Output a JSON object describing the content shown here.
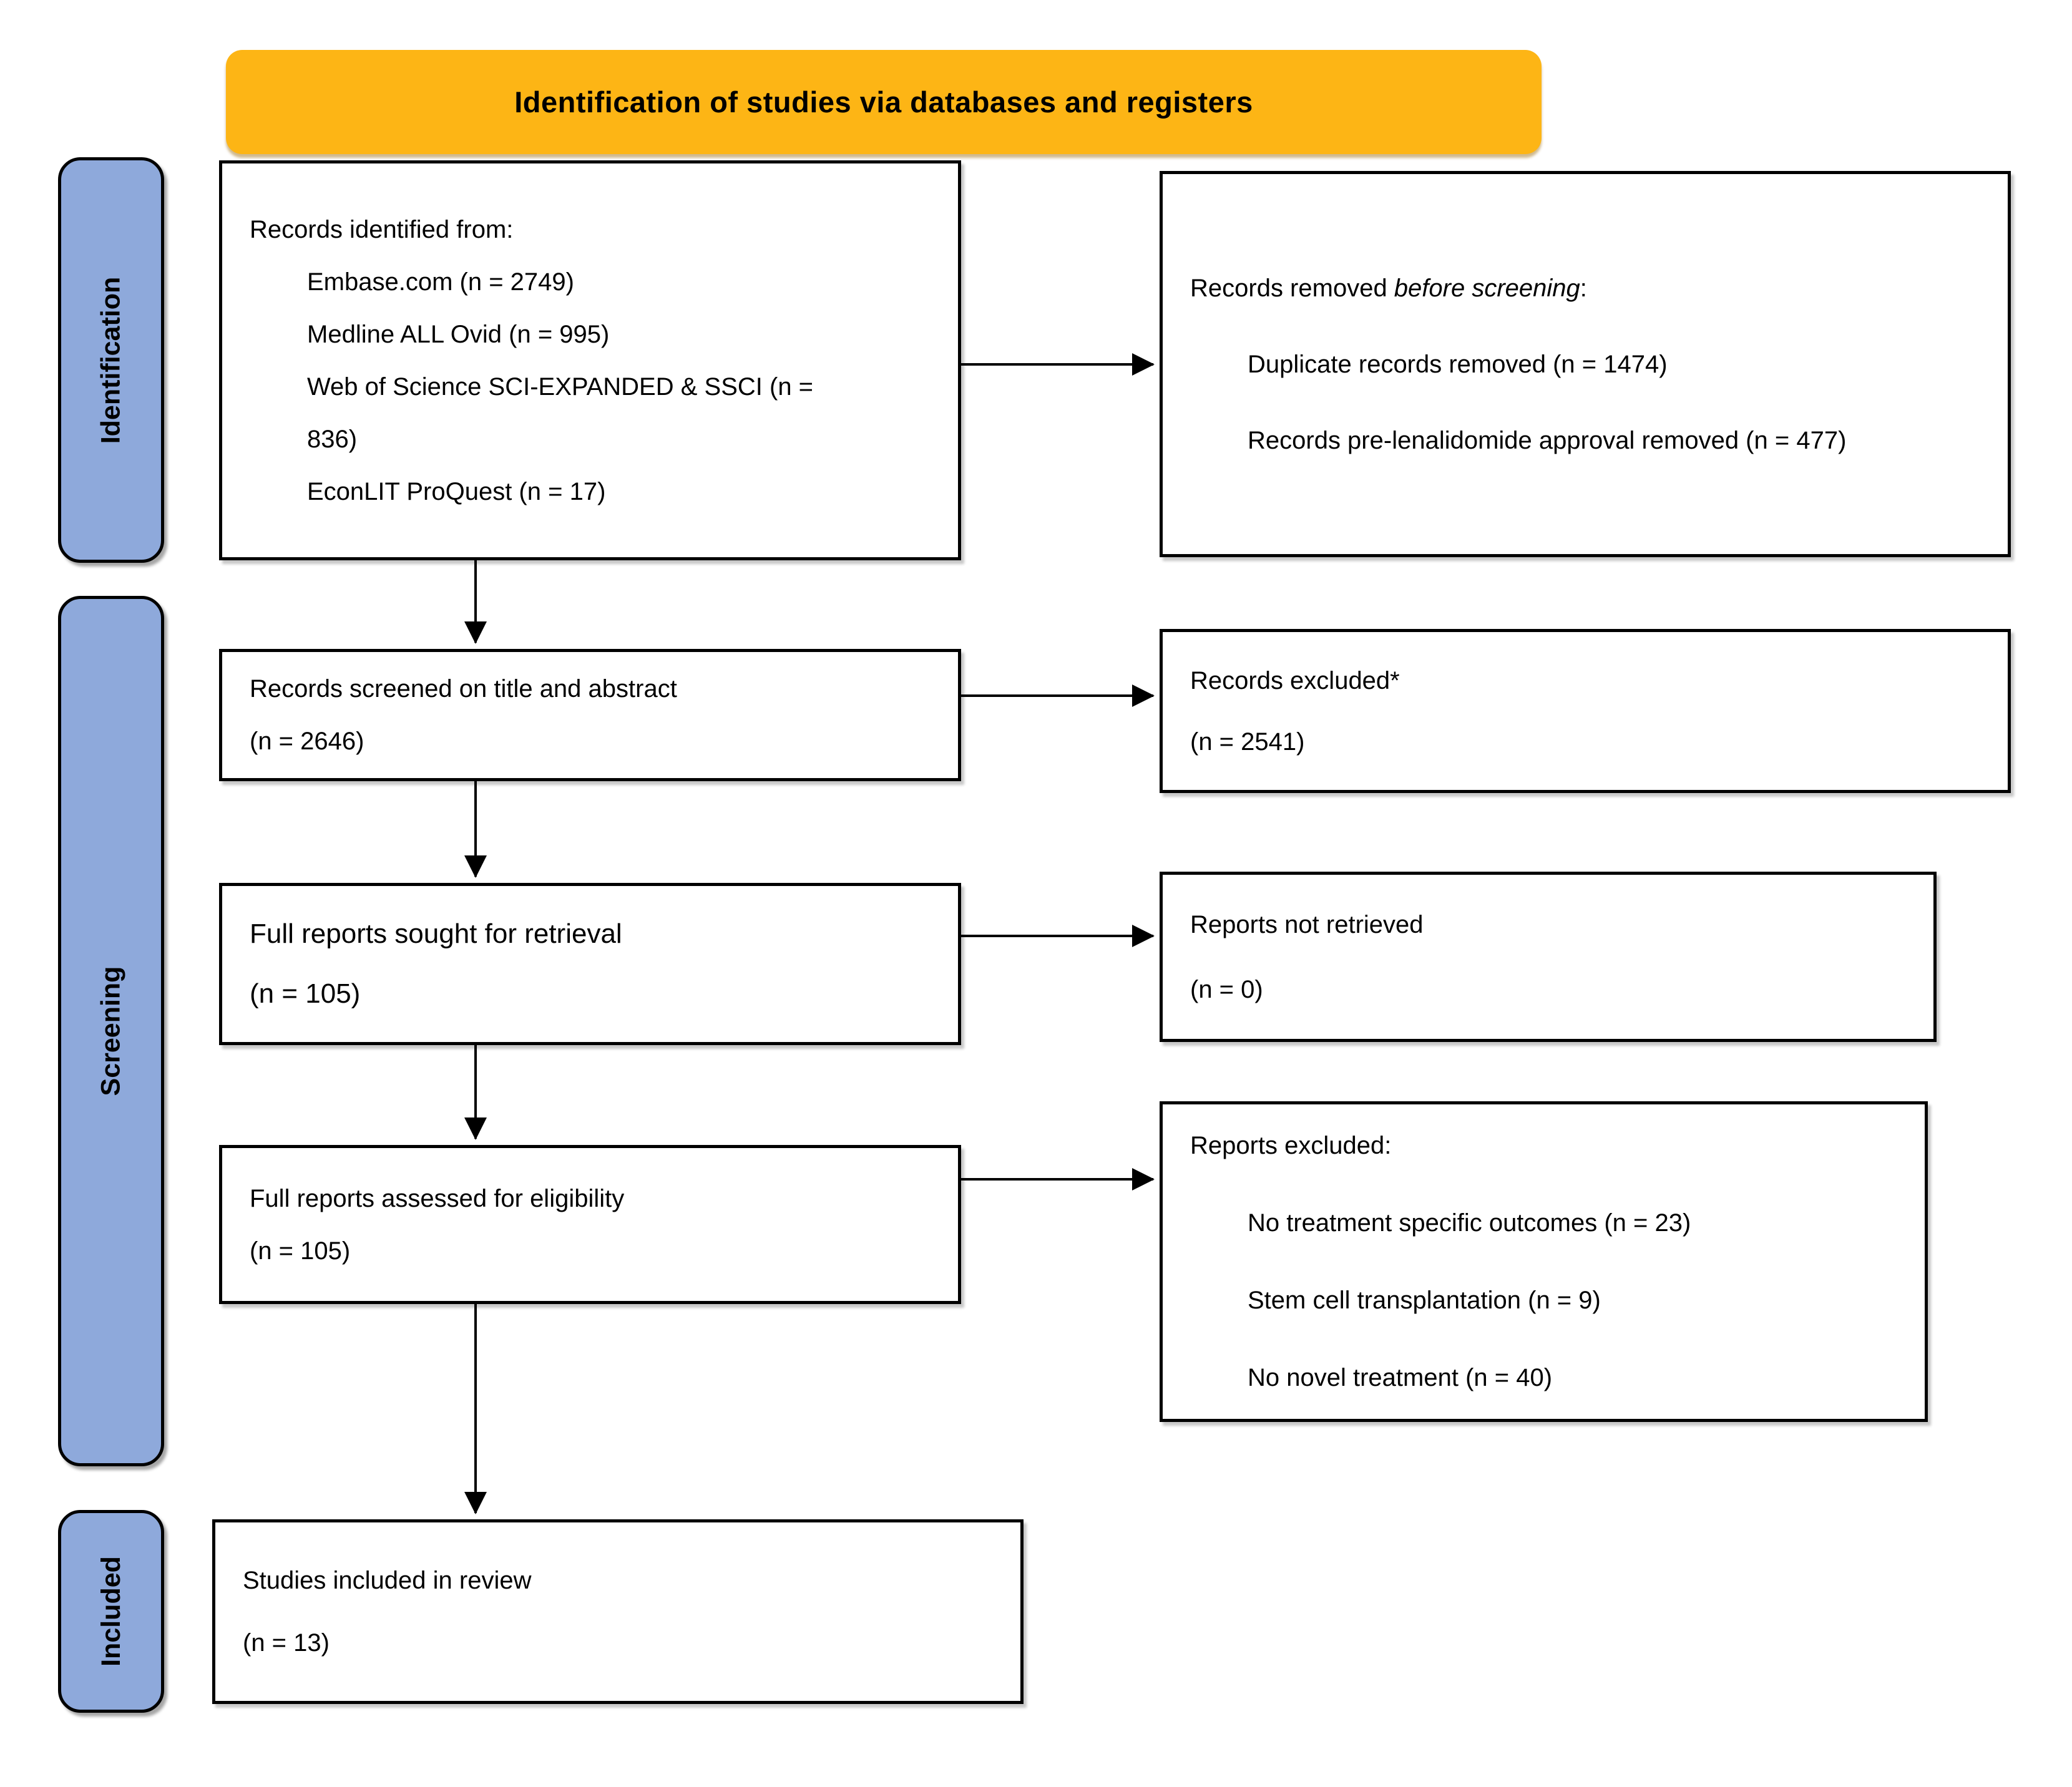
{
  "banner": {
    "label": "Identification of studies via databases and registers"
  },
  "stages": {
    "identification": "Identification",
    "screening": "Screening",
    "included": "Included"
  },
  "boxes": {
    "identified": {
      "title": "Records identified from:",
      "items": [
        "Embase.com (n = 2749)",
        "Medline ALL Ovid (n = 995)",
        "Web of Science SCI-EXPANDED & SSCI (n =",
        "836)",
        "EconLIT ProQuest (n = 17)"
      ]
    },
    "removed": {
      "title": {
        "prefix": "Records removed ",
        "italic": "before screening",
        "suffix": ":"
      },
      "items": [
        "Duplicate records removed (n = 1474)",
        "Records pre-lenalidomide approval removed (n = 477)"
      ]
    },
    "screened": {
      "title": "Records screened on title and abstract",
      "count": "(n = 2646)"
    },
    "records_excluded": {
      "title": "Records excluded*",
      "count": "(n = 2541)"
    },
    "sought": {
      "title": "Full reports sought for retrieval",
      "count": "(n = 105)"
    },
    "not_retrieved": {
      "title": "Reports not retrieved",
      "count": "(n = 0)"
    },
    "assessed": {
      "title": "Full reports assessed for eligibility",
      "count": "(n = 105)"
    },
    "reports_excluded": {
      "title": "Reports excluded:",
      "items": [
        "No treatment specific outcomes (n = 23)",
        "Stem cell transplantation (n = 9)",
        "No novel treatment (n = 40)"
      ]
    },
    "included": {
      "title": "Studies included in review",
      "count": "(n = 13)"
    }
  },
  "colors": {
    "banner_bg": "#FDB515",
    "stage_bg": "#8EA9DB",
    "box_bg": "#FFFFFF",
    "box_border": "#000000",
    "text": "#000000"
  }
}
